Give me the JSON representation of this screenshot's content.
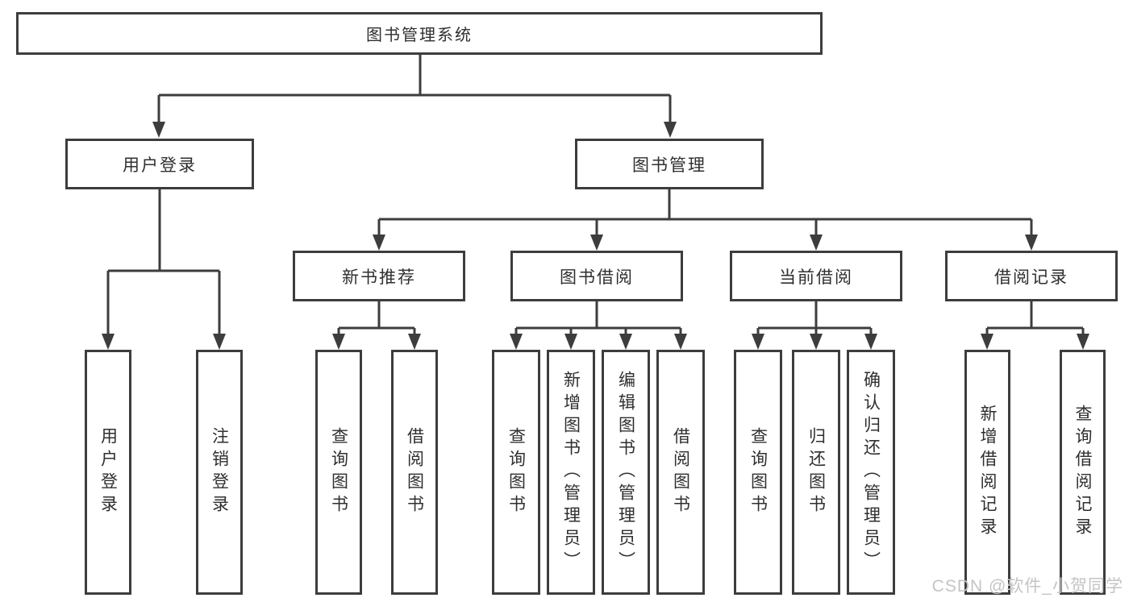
{
  "diagram": {
    "root": "图书管理系统",
    "level2": {
      "user_login": "用户登录",
      "book_mgmt": "图书管理"
    },
    "level3": {
      "new_books": "新书推荐",
      "book_borrow": "图书借阅",
      "current_borrow": "当前借阅",
      "borrow_records": "借阅记录"
    },
    "leaves": {
      "user_login": [
        "用户登录",
        "注销登录"
      ],
      "new_books": [
        "查询图书",
        "借阅图书"
      ],
      "book_borrow": [
        "查询图书",
        "新增图书（管理员）",
        "编辑图书（管理员）",
        "借阅图书"
      ],
      "current_borrow": [
        "查询图书",
        "归还图书",
        "确认归还（管理员）"
      ],
      "borrow_records": [
        "新增借阅记录",
        "查询借阅记录"
      ]
    }
  },
  "watermark": "CSDN @软件_小贺同学",
  "colors": {
    "line": "#3d3d3d",
    "text": "#2f2f2f",
    "box_bg": "#ffffff",
    "watermark": "#c6c3c3"
  }
}
